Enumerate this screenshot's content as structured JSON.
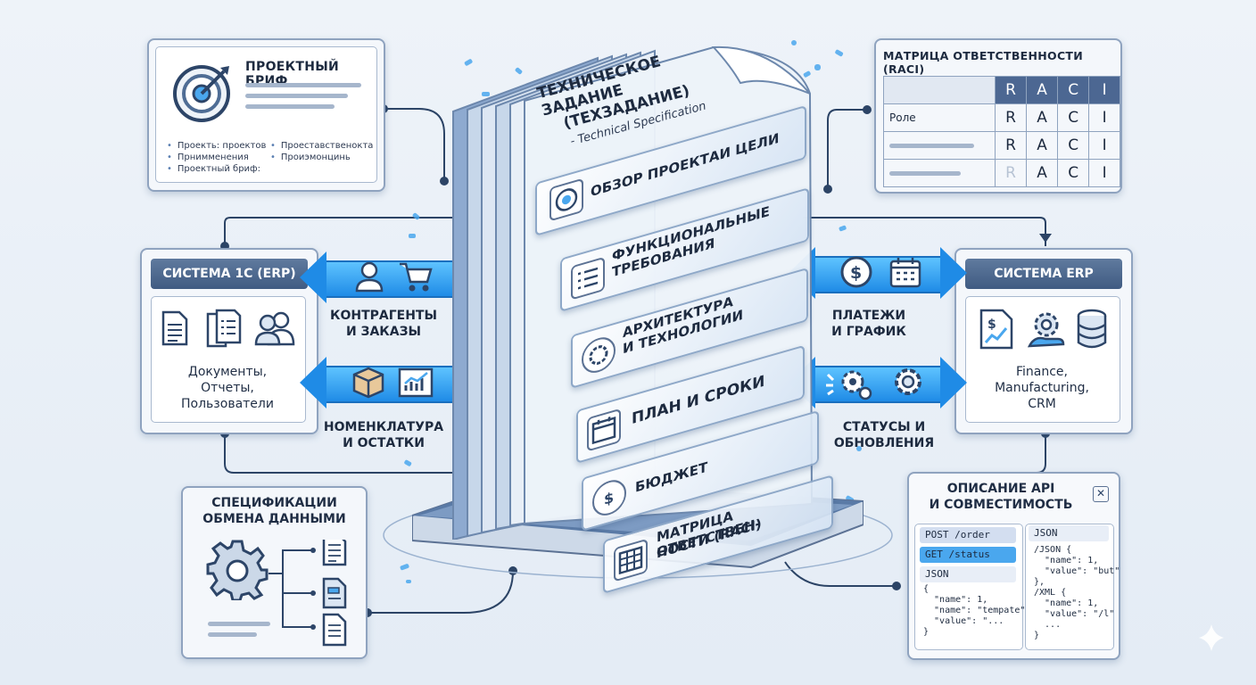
{
  "brief": {
    "title": "ПРОЕКТНЫЙ БРИФ",
    "bullets_left": [
      "Проекть: проектов",
      "Прнимменения",
      "Проектный бриф:"
    ],
    "bullets_right": [
      "Проеставственокта",
      "Проиэмонцинь"
    ]
  },
  "raci": {
    "title": "МАТРИЦА ОТВЕТСТВЕННОСТИ (RACI)",
    "letters": [
      "R",
      "A",
      "C",
      "I"
    ],
    "row_label": "Роле"
  },
  "system_1c": {
    "title": "СИСТЕМА 1С (ERP)",
    "desc": [
      "Документы,",
      "Отчеты,",
      "Пользователи"
    ]
  },
  "system_erp": {
    "title": "СИСТЕМА ERP",
    "desc": [
      "Finance,",
      "Manufacturing,",
      "CRM"
    ]
  },
  "arrows": {
    "left_top": [
      "КОНТРАГЕНТЫ",
      "И ЗАКАЗЫ"
    ],
    "left_bottom": [
      "НОМЕНКЛАТУРА",
      "И ОСТАТКИ"
    ],
    "right_top": [
      "ПЛАТЕЖИ",
      "И ГРАФИК"
    ],
    "right_bottom": [
      "СТАТУСЫ И",
      "ОБНОВЛЕНИЯ"
    ]
  },
  "spec": {
    "title_lines": [
      "ТЕХНИЧЕСКОЕ ЗАДАНИЕ",
      "(ТЕХЗАДАНИЕ)"
    ],
    "subtitle": "- Technical Specification",
    "sections": [
      {
        "lines": [
          "ОБЗОР ПРОЕКТАИ ЦЕЛИ"
        ],
        "icon": "target-icon"
      },
      {
        "lines": [
          "ФУНКЦИОНАЛЬНЫЕ",
          "ТРЕБОВАНИЯ"
        ],
        "icon": "checklist-icon"
      },
      {
        "lines": [
          "АРХИТЕКТУРА",
          "И ТЕХНОЛОГИИ"
        ],
        "icon": "gear-icon"
      },
      {
        "lines": [
          "ПЛАН И СРОКИ"
        ],
        "icon": "calendar-icon"
      },
      {
        "lines": [
          "БЮДЖЕТ"
        ],
        "icon": "dollar-icon"
      },
      {
        "lines": [
          "МАТРИЦА ОТВЕТСТВЕН-",
          "НОСТИ (RACI)"
        ],
        "icon": "table-icon"
      }
    ]
  },
  "data_spec": {
    "title": [
      "СПЕЦИФИКАЦИИ",
      "ОБМЕНА ДАННЫМИ"
    ]
  },
  "api": {
    "title": [
      "ОПИСАНИЕ API",
      "И СОВМЕСТИМОСТЬ"
    ],
    "endpoints": [
      "POST /order",
      "GET /status"
    ],
    "json_label_left": "JSON",
    "json_label_right": "JSON",
    "code_left": "{\n  \"name\": 1,\n  \"name\": \"tempate\",\n  \"value\": \"...\n}",
    "code_right": "/JSON {\n  \"name\": 1,\n  \"value\": \"but\"\n},\n/XML {\n  \"name\": 1,\n  \"value\": \"/l\"\n  ...\n}"
  }
}
